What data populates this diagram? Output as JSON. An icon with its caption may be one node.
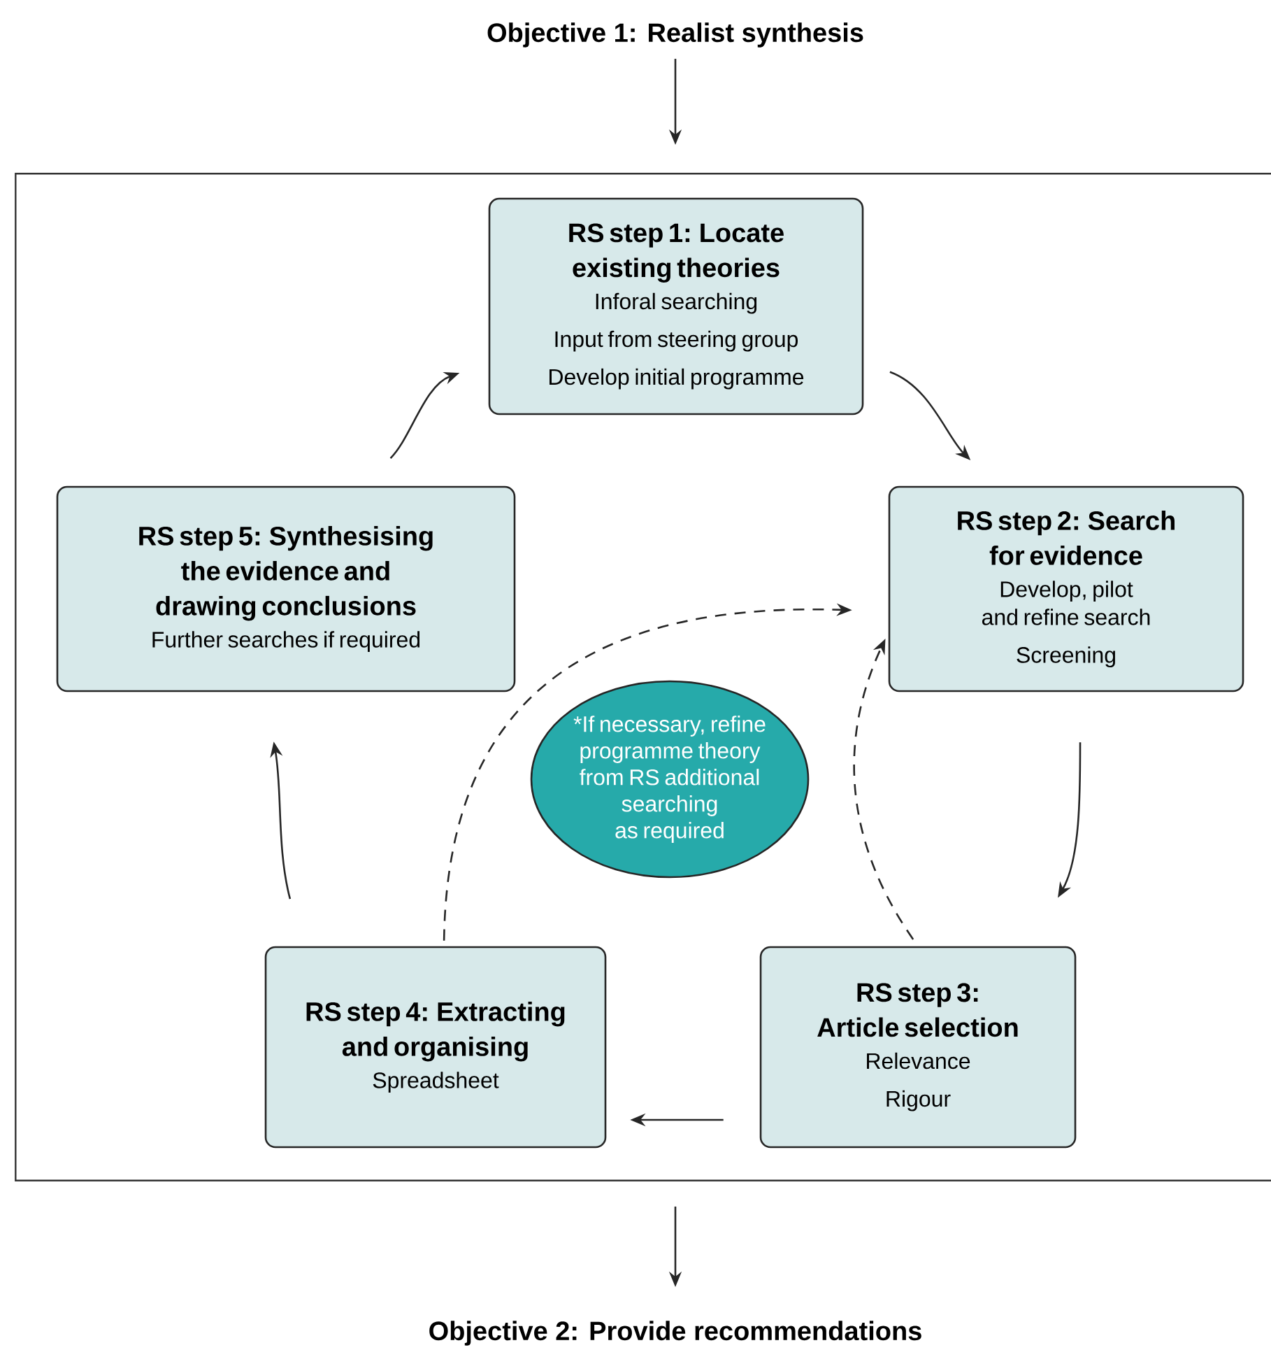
{
  "diagram": {
    "nodes": [
      {
        "text": [
          "Objective 1: Realist synthesis"
        ]
      },
      {
        "text": [],
        "shape": "box"
      },
      {
        "text": [
          "RS step 1: Locate existing theories",
          "Inforal searching",
          "Input from steering group",
          "Develop initial programme"
        ],
        "in": 1
      },
      {
        "text": [
          "RS step 2: Search for evidence",
          "Develop, pilot and refine search",
          "Screening"
        ],
        "in": 1
      },
      {
        "text": [
          "RS step 3: Article selection",
          "Relevance",
          "Rigour"
        ],
        "in": 1
      },
      {
        "text": [
          "RS step 4: Extracting and organising",
          "Spreadsheet"
        ],
        "in": 1
      },
      {
        "text": [
          "RS step 5: Synthesising the evidence and drawing conclusions",
          "Further searches if required"
        ],
        "in": 1
      },
      {
        "text": [
          "*If necessary, refine programme theory from RS additional searching as required"
        ],
        "in": 1
      },
      {
        "text": [
          "Objective 2: Provide recommendations"
        ]
      }
    ],
    "edges": [
      {
        "from": 0,
        "to": 1,
        "arrow": "to"
      },
      {
        "from": 2,
        "to": 3,
        "arrow": "to"
      },
      {
        "from": 3,
        "to": 4,
        "arrow": "to"
      },
      {
        "from": 4,
        "to": 5,
        "arrow": "to"
      },
      {
        "from": 5,
        "to": 6,
        "arrow": "to"
      },
      {
        "from": 6,
        "to": 2,
        "arrow": "to"
      },
      {
        "from": 5,
        "to": 3,
        "arrow": "to",
        "style": "dashed"
      },
      {
        "from": 4,
        "to": 3,
        "arrow": "to",
        "style": "dashed"
      },
      {
        "from": 1,
        "to": 8,
        "arrow": "to"
      }
    ]
  }
}
